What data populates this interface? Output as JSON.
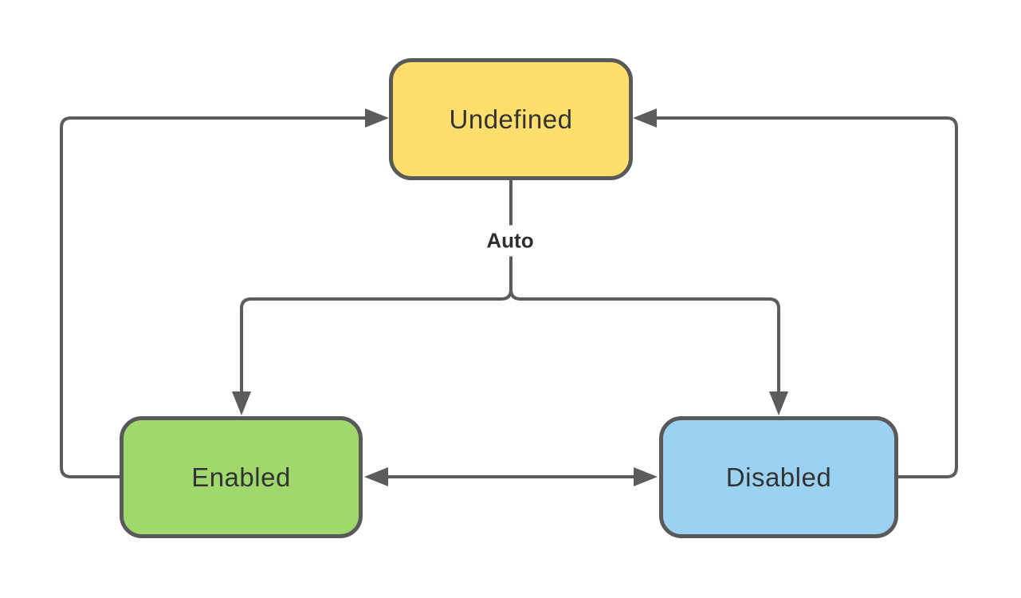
{
  "diagram": {
    "type": "state-diagram",
    "background": "#ffffff",
    "connector_color": "#5c5c5c",
    "text_color": "#333333",
    "fork_label": "Auto",
    "nodes": [
      {
        "id": "undefined",
        "label": "Undefined",
        "fill": "#FFDE6B",
        "border": "#595959"
      },
      {
        "id": "enabled",
        "label": "Enabled",
        "fill": "#A0D86E",
        "border": "#595959"
      },
      {
        "id": "disabled",
        "label": "Disabled",
        "fill": "#9BD2F2",
        "border": "#595959"
      }
    ],
    "edges": [
      {
        "from": "Undefined",
        "to": "Enabled",
        "label": "Auto"
      },
      {
        "from": "Undefined",
        "to": "Disabled",
        "label": "Auto"
      },
      {
        "from": "Enabled",
        "to": "Undefined",
        "label": ""
      },
      {
        "from": "Disabled",
        "to": "Undefined",
        "label": ""
      },
      {
        "from": "Enabled",
        "to": "Disabled",
        "label": "",
        "bidirectional": true
      }
    ]
  }
}
